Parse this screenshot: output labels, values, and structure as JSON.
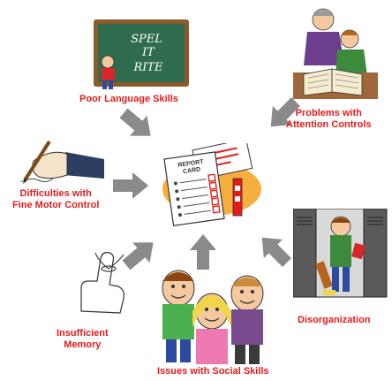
{
  "nodes": {
    "language": {
      "label": "Poor Language Skills",
      "board_text": [
        "SPEL",
        "IT",
        "RITE"
      ]
    },
    "attention": {
      "label": [
        "Problems with",
        "Attention Controls"
      ]
    },
    "motor": {
      "label": [
        "Difficulties with",
        "Fine Motor Control"
      ]
    },
    "memory": {
      "label": [
        "Insufficient",
        "Memory"
      ]
    },
    "social": {
      "label": "Issues with Social Skills"
    },
    "organization": {
      "label": "Disorganization"
    },
    "center": {
      "card_text": [
        "REPORT",
        "CARD"
      ]
    }
  },
  "colors": {
    "label": "#e31b1b",
    "arrow": "#8a8a8a",
    "board": "#2f6b4d",
    "card_orange": "#f4a01c"
  },
  "icons": [
    "chalkboard-icon",
    "reading-tutor-icon",
    "writing-hand-icon",
    "string-finger-icon",
    "friends-group-icon",
    "locker-boy-icon",
    "report-card-icon"
  ]
}
